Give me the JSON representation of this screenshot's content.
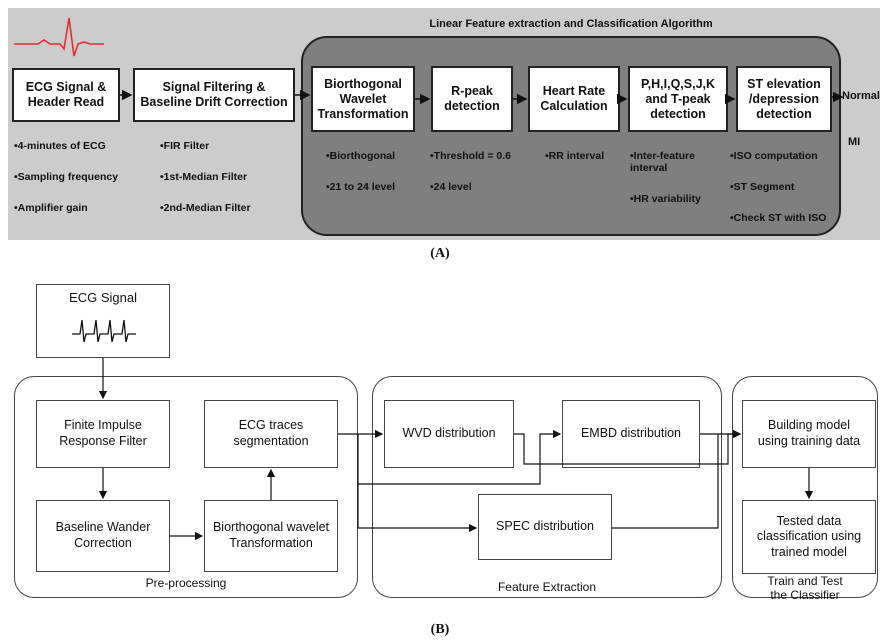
{
  "panel_a": {
    "caption": "(A)",
    "algorithm_title": "Linear Feature extraction and Classification Algorithm",
    "boxes": [
      "ECG Signal &\nHeader Read",
      "Signal Filtering &\nBaseline Drift Correction",
      "Biorthogonal\nWavelet\nTransformation",
      "R-peak\ndetection",
      "Heart Rate\nCalculation",
      "P,H,I,Q,S,J,K\nand T-peak\ndetection",
      "ST elevation\n/depression\ndetection"
    ],
    "bullets": [
      [
        "•4-minutes of ECG",
        "•Sampling frequency",
        "•Amplifier gain"
      ],
      [
        "•FIR Filter",
        "•1st-Median Filter",
        "•2nd-Median Filter"
      ],
      [
        "•Biorthogonal",
        "•21 to 24 level"
      ],
      [
        "•Threshold = 0.6",
        "•24 level"
      ],
      [
        "•RR interval"
      ],
      [
        "•Inter-feature\ninterval",
        "•HR variability"
      ],
      [
        "•ISO computation",
        "•ST Segment",
        "•Check ST with ISO"
      ]
    ],
    "outputs": [
      "Normal",
      "MI"
    ],
    "colors": {
      "panel_bg": "#cccccc",
      "algorithm_bg": "#7f7f7f",
      "ecg_trace": "#e03030"
    }
  },
  "panel_b": {
    "caption": "(B)",
    "ecg_signal": "ECG Signal",
    "boxes": {
      "fir": "Finite Impulse\nResponse Filter",
      "baseline": "Baseline Wander\nCorrection",
      "segmentation": "ECG traces\nsegmentation",
      "wavelet": "Biorthogonal wavelet\nTransformation",
      "wvd": "WVD distribution",
      "embd": "EMBD distribution",
      "spec": "SPEC distribution",
      "build": "Building model\nusing training data",
      "tested": "Tested data\nclassification using\ntrained model"
    },
    "group_labels": {
      "preprocessing": "Pre-processing",
      "feature": "Feature Extraction",
      "classifier": "Train and Test\nthe Classifier"
    }
  }
}
